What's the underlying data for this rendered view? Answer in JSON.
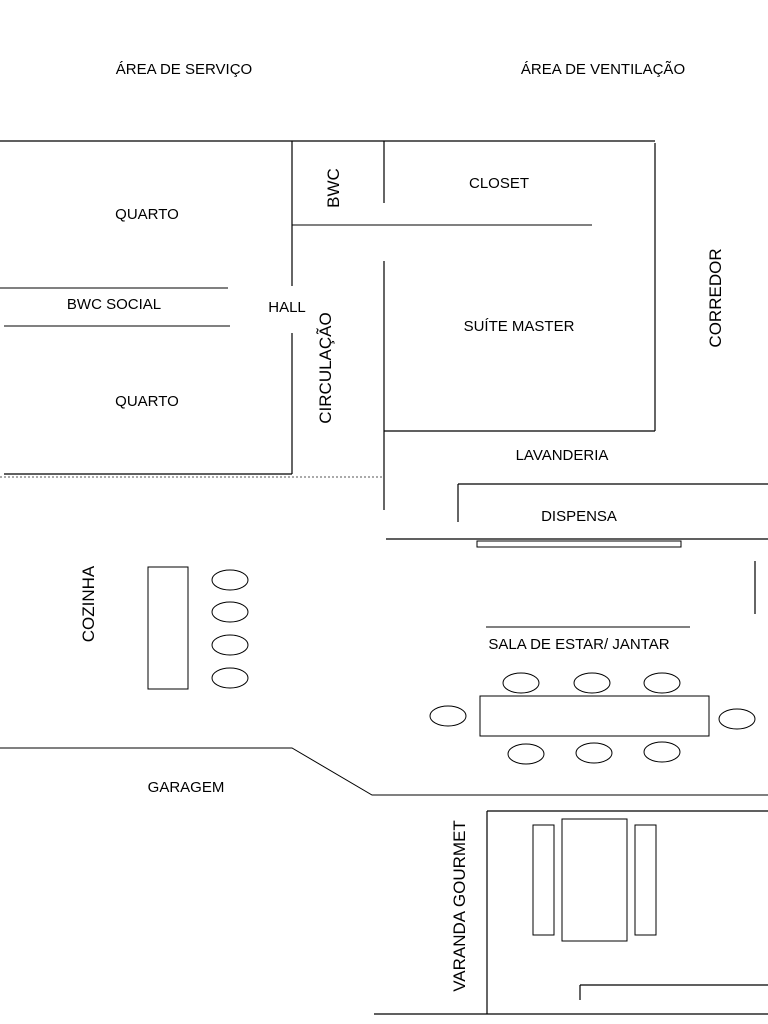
{
  "labels": {
    "area_servico": "ÁREA DE SERVIÇO",
    "area_ventilacao": "ÁREA DE VENTILAÇÃO",
    "quarto_1": "QUARTO",
    "bwc": "BWC",
    "closet": "CLOSET",
    "bwc_social": "BWC SOCIAL",
    "hall": "HALL",
    "suite_master": "SUÍTE MASTER",
    "corredor": "CORREDOR",
    "circulacao": "CIRCULAÇÃO",
    "quarto_2": "QUARTO",
    "lavanderia": "LAVANDERIA",
    "dispensa": "DISPENSA",
    "cozinha": "COZINHA",
    "sala": "SALA DE ESTAR/ JANTAR",
    "garagem": "GARAGEM",
    "varanda": "VARANDA GOURMET"
  },
  "colors": {
    "line": "#000000",
    "background": "#ffffff"
  }
}
